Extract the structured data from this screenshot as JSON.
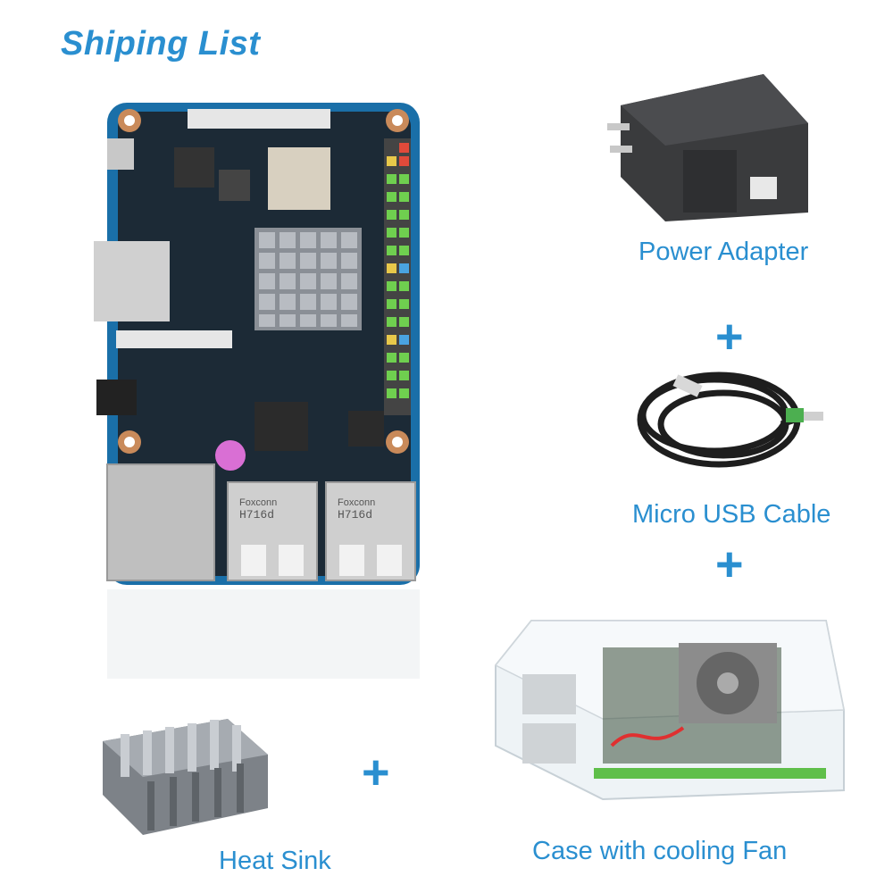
{
  "title": "Shiping List",
  "items": {
    "power_adapter": "Power Adapter",
    "micro_usb_cable": "Micro USB Cable",
    "case_with_fan": "Case with cooling Fan",
    "heat_sink": "Heat Sink"
  },
  "plus_symbol": "+",
  "board_chip_text": [
    "Foxconn",
    "H716d"
  ],
  "colors": {
    "accent": "#2a8fd0",
    "board_blue": "#1a6fa8",
    "board_dark": "#1c2a36"
  }
}
